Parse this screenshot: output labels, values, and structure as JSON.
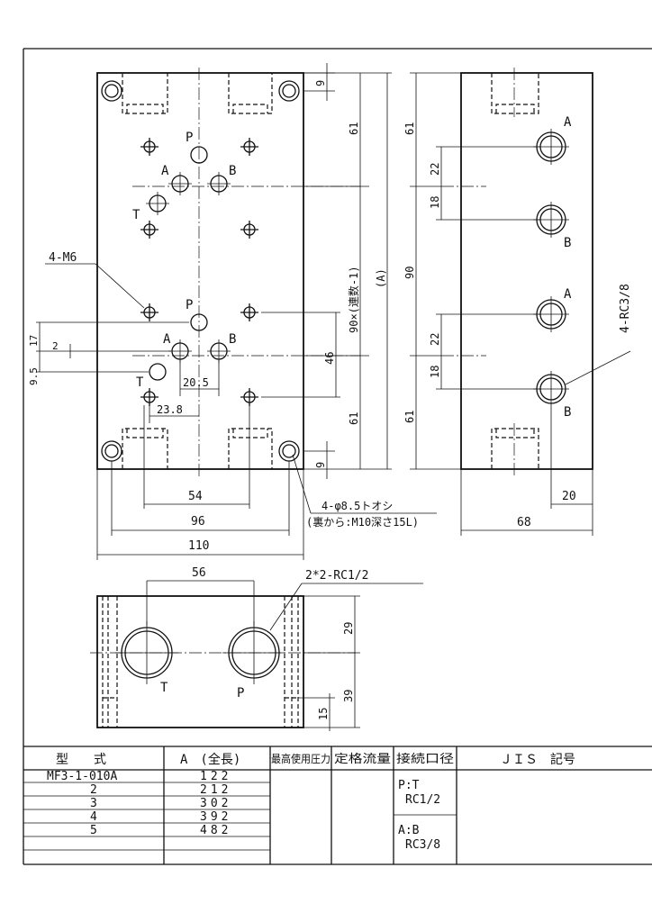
{
  "front_view": {
    "port_p": "P",
    "port_a": "A",
    "port_b": "B",
    "port_t": "T",
    "callout_bolt": "4-M6",
    "dim_top_9": "9",
    "dim_61_top": "61",
    "dim_pitch_expr": "90×(連数-1)",
    "dim_a_paren": "(A)",
    "dim_46": "46",
    "dim_61_bottom": "61",
    "dim_bottom_9": "9",
    "dim_17": "17",
    "dim_9_5": "9.5",
    "dim_2": "2",
    "dim_20_5": "20.5",
    "dim_23_8": "23.8",
    "dim_54": "54",
    "dim_96": "96",
    "dim_110": "110",
    "callout_hole_1": "4-φ8.5トオシ",
    "callout_hole_2": "(裏から:M10深さ15L)"
  },
  "side_view": {
    "port_a": "A",
    "port_b": "B",
    "dim_61_top": "61",
    "dim_22_top": "22",
    "dim_18_top": "18",
    "dim_90": "90",
    "dim_22_bottom": "22",
    "dim_18_bottom": "18",
    "dim_61_bottom": "61",
    "callout_port": "4-RC3/8",
    "dim_20": "20",
    "dim_68": "68"
  },
  "bottom_view": {
    "port_t": "T",
    "port_p": "P",
    "dim_56": "56",
    "callout_port": "2*2-RC1/2",
    "dim_29": "29",
    "dim_39": "39",
    "dim_15": "15"
  },
  "table": {
    "headers": [
      "型　　式",
      "A　(全長)",
      "最高使用圧力",
      "定格流量",
      "接続口径",
      "ＪＩＳ　記号"
    ],
    "rows": [
      {
        "model": "MF3-1-010A",
        "a": "122"
      },
      {
        "model": "2",
        "a": "212"
      },
      {
        "model": "3",
        "a": "302"
      },
      {
        "model": "4",
        "a": "392"
      },
      {
        "model": "5",
        "a": "482"
      }
    ],
    "port_pt_label": "P:T",
    "port_pt_value": "RC1/2",
    "port_ab_label": "A:B",
    "port_ab_value": "RC3/8"
  }
}
